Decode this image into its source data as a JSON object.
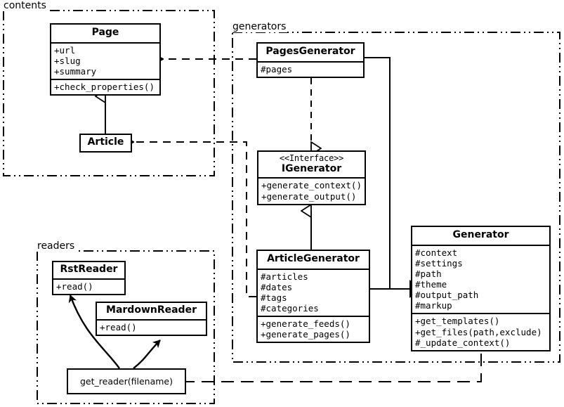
{
  "diagram": {
    "title": "Pelican architecture UML class diagram",
    "background": "#ffffff",
    "line_color": "#000000"
  },
  "packages": [
    {
      "id": "contents",
      "label": "contents"
    },
    {
      "id": "generators",
      "label": "generators"
    },
    {
      "id": "readers",
      "label": "readers"
    }
  ],
  "classes": {
    "page": {
      "name": "Page",
      "attributes": [
        "+url",
        "+slug",
        "+summary"
      ],
      "operations": [
        "+check_properties()"
      ]
    },
    "article": {
      "name": "Article",
      "attributes": [],
      "operations": []
    },
    "pages_generator": {
      "name": "PagesGenerator",
      "attributes": [
        "#pages"
      ],
      "operations": []
    },
    "igenerator": {
      "stereotype": "<<Interface>>",
      "name": "IGenerator",
      "attributes": [],
      "operations": [
        "+generate_context()",
        "+generate_output()"
      ]
    },
    "article_generator": {
      "name": "ArticleGenerator",
      "attributes": [
        "#articles",
        "#dates",
        "#tags",
        "#categories"
      ],
      "operations": [
        "+generate_feeds()",
        "+generate_pages()"
      ]
    },
    "generator": {
      "name": "Generator",
      "attributes": [
        "#context",
        "#settings",
        "#path",
        "#theme",
        "#output_path",
        "#markup"
      ],
      "operations": [
        "+get_templates()",
        "+get_files(path,exclude)",
        "#_update_context()"
      ]
    },
    "rst_reader": {
      "name": "RstReader",
      "attributes": [],
      "operations": [
        "+read()"
      ]
    },
    "mardown_reader": {
      "name": "MardownReader",
      "attributes": [],
      "operations": [
        "+read()"
      ]
    },
    "get_reader": {
      "name": "get_reader(filename)"
    }
  },
  "relationships": [
    {
      "id": "pagesgen-uses-page",
      "type": "dependency",
      "from": "PagesGenerator",
      "to": "Page"
    },
    {
      "id": "articlegen-uses-article",
      "type": "dependency",
      "from": "ArticleGenerator",
      "to": "Article"
    },
    {
      "id": "article-extends-page",
      "type": "generalization",
      "from": "Article",
      "to": "Page"
    },
    {
      "id": "pagesgen-realizes-igen",
      "type": "realization",
      "from": "PagesGenerator",
      "to": "IGenerator"
    },
    {
      "id": "articlegen-realizes-igen",
      "type": "realization",
      "from": "ArticleGenerator",
      "to": "IGenerator"
    },
    {
      "id": "pagesgen-extends-generator",
      "type": "generalization",
      "from": "PagesGenerator",
      "to": "Generator"
    },
    {
      "id": "articlegen-extends-generator",
      "type": "generalization",
      "from": "ArticleGenerator",
      "to": "Generator"
    },
    {
      "id": "generator-uses-getreader",
      "type": "dependency",
      "from": "Generator",
      "to": "get_reader(filename)"
    },
    {
      "id": "getreader-returns-rst",
      "type": "return",
      "from": "get_reader(filename)",
      "to": "RstReader"
    },
    {
      "id": "getreader-returns-markdown",
      "type": "return",
      "from": "get_reader(filename)",
      "to": "MardownReader"
    }
  ]
}
